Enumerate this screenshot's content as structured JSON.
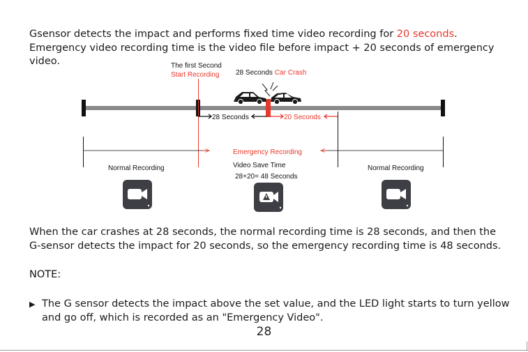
{
  "intro": {
    "line1_pre": "Gsensor detects the impact and performs fixed time video recording for ",
    "line1_highlight": "20 seconds",
    "line1_post": ".",
    "line2": "Emergency video recording time is the video file before impact + 20 seconds of emergency",
    "line3": "video."
  },
  "diagram": {
    "first_second_label": "The first Second",
    "start_recording_label": "Start Recording",
    "crash_time_label": "28 Seconds",
    "crash_label": "Car Crash",
    "before_label": "28 Seconds",
    "after_label": "20 Seconds",
    "emergency_label": "Emergency Recording",
    "save_time_label": "Video Save Time",
    "save_time_formula": "28+20= 48 Seconds",
    "normal_left_label": "Normal Recording",
    "normal_right_label": "Normal Recording"
  },
  "explanation": {
    "line1": "When the car crashes at 28 seconds, the normal recording time is 28 seconds, and then the",
    "line2": "G-sensor detects the impact for 20 seconds, so the emergency recording time is 48 seconds."
  },
  "note": {
    "label": "NOTE",
    "colon": ":",
    "bullet_line1": "The G sensor detects the impact above the set value, and the LED light starts to turn yellow",
    "bullet_line2": "and go off, which is recorded as an \"Emergency Video\"."
  },
  "page_number": "28",
  "colors": {
    "accent_red": "#e8372c",
    "timeline_gray": "#8a8a8a",
    "icon_dark": "#3d3f45"
  },
  "icons": [
    "video-camera-icon",
    "video-camera-warning-icon",
    "video-camera-icon",
    "car-icon",
    "impact-spark-icon",
    "bullet-triangle-icon"
  ]
}
